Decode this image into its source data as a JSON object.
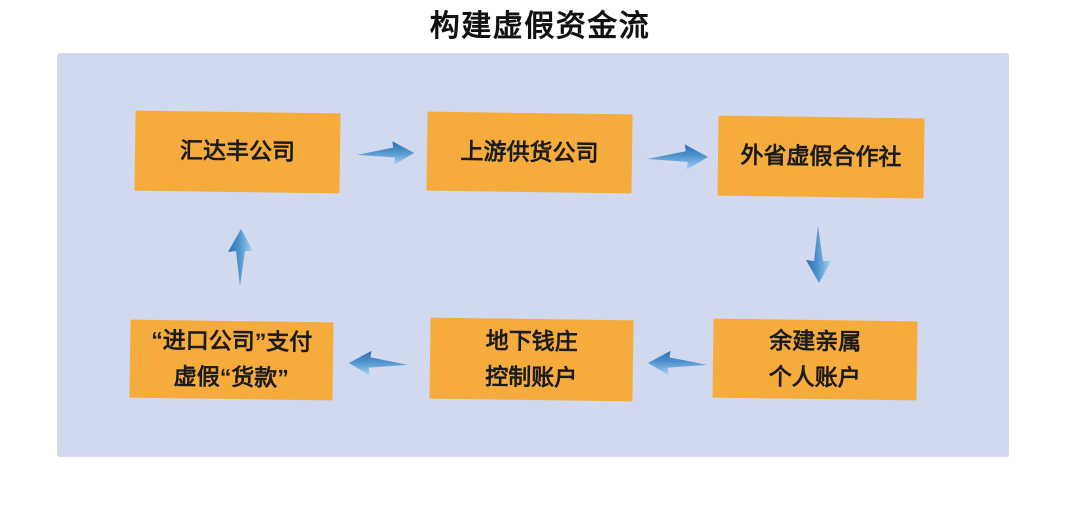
{
  "figure": {
    "title": "构建虚假资金流"
  },
  "colors": {
    "panel_bg": "#D0D9ED",
    "node_bg": "#F5AC3D",
    "node_text": "#1B1B1B",
    "arrow_dark": "#2E6DB1",
    "arrow_mid": "#4E93CF",
    "arrow_light": "#A9D2F0"
  },
  "flow": {
    "nodes": [
      {
        "id": "n1",
        "label": "汇达丰公司"
      },
      {
        "id": "n2",
        "label": "上游供货公司"
      },
      {
        "id": "n3",
        "label": "外省虚假合作社"
      },
      {
        "id": "n4",
        "label": "余建亲属\n个人账户"
      },
      {
        "id": "n5",
        "label": "地下钱庄\n控制账户"
      },
      {
        "id": "n6",
        "label": "“进口公司”支付\n虚假“货款”"
      }
    ],
    "edges": [
      {
        "from": "n1",
        "to": "n2",
        "direction": "right"
      },
      {
        "from": "n2",
        "to": "n3",
        "direction": "right"
      },
      {
        "from": "n3",
        "to": "n4",
        "direction": "down"
      },
      {
        "from": "n4",
        "to": "n5",
        "direction": "left"
      },
      {
        "from": "n5",
        "to": "n6",
        "direction": "left"
      },
      {
        "from": "n6",
        "to": "n1",
        "direction": "up"
      }
    ]
  }
}
